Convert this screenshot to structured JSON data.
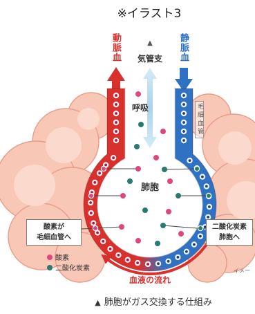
{
  "title": "※イラスト3",
  "labels": {
    "arterial_blood": "動脈血",
    "venous_blood": "静脈血",
    "bronchus_marker": "▲",
    "bronchus": "気管支",
    "respiration": "呼吸",
    "capillary": "毛細血管",
    "alveolus": "肺胞",
    "blood_flow": "血液の流れ",
    "image_note": "イメー"
  },
  "callouts": {
    "oxygen_to_capillary": {
      "line1": "酸素が",
      "line2": "毛細血管へ"
    },
    "co2_to_alveolus": {
      "line1": "二酸化炭素",
      "line2": "肺胞へ"
    }
  },
  "legend": {
    "items": [
      {
        "label": "酸素"
      },
      {
        "label": "二酸化炭素"
      }
    ]
  },
  "caption": {
    "marker": "▲",
    "text": "肺胞がガス交換する仕組み"
  },
  "colors": {
    "arterial": "#d8302c",
    "venous": "#2f72c4",
    "oxygen": "#e0457b",
    "co2": "#2b7a6f",
    "lung": "#f8c7b6",
    "lung_outline": "#e99c88",
    "airflow": "#a8d3ec"
  }
}
